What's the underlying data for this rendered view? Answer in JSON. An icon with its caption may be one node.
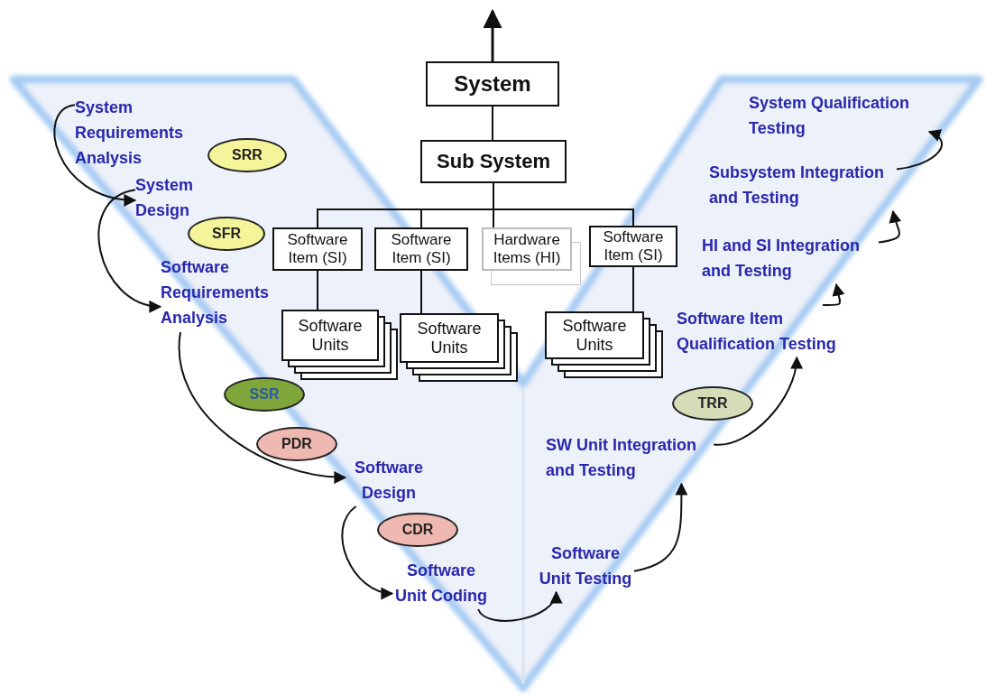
{
  "diagram": {
    "nodes": [
      {
        "text": [
          "System"
        ]
      },
      {
        "text": [
          "Sub System"
        ]
      },
      {
        "text": [
          "Software Item (SI)"
        ]
      },
      {
        "text": [
          "Software Item (SI)"
        ]
      },
      {
        "text": [
          "Hardware Items (HI)"
        ]
      },
      {
        "text": [
          "Software Item (SI)"
        ]
      },
      {
        "text": [
          "Software Units"
        ]
      },
      {
        "text": [
          "Software Units"
        ]
      },
      {
        "text": [
          "Software Units"
        ]
      },
      {
        "text": [
          "System Requirements Analysis"
        ]
      },
      {
        "text": [
          "System Design"
        ]
      },
      {
        "text": [
          "Software Requirements Analysis"
        ]
      },
      {
        "text": [
          "Software Design"
        ]
      },
      {
        "text": [
          "Software Unit Coding"
        ]
      },
      {
        "text": [
          "Software Unit Testing"
        ]
      },
      {
        "text": [
          "SW Unit Integration and Testing"
        ]
      },
      {
        "text": [
          "Software Item Qualification Testing"
        ]
      },
      {
        "text": [
          "HI and SI Integration and Testing"
        ]
      },
      {
        "text": [
          "Subsystem Integration and Testing"
        ]
      },
      {
        "text": [
          "System Qualification Testing"
        ]
      },
      {
        "text": [
          "SRR"
        ]
      },
      {
        "text": [
          "SFR"
        ]
      },
      {
        "text": [
          "SSR"
        ]
      },
      {
        "text": [
          "PDR"
        ]
      },
      {
        "text": [
          "CDR"
        ]
      },
      {
        "text": [
          "TRR"
        ]
      }
    ],
    "edges": [
      {
        "from": 0,
        "to": null,
        "arrow": "to"
      },
      {
        "from": 0,
        "to": 1,
        "arrow": "none"
      },
      {
        "from": 1,
        "to": 2,
        "arrow": "none"
      },
      {
        "from": 1,
        "to": 3,
        "arrow": "none"
      },
      {
        "from": 1,
        "to": 4,
        "arrow": "none"
      },
      {
        "from": 1,
        "to": 5,
        "arrow": "none"
      },
      {
        "from": 2,
        "to": 6,
        "arrow": "none"
      },
      {
        "from": 3,
        "to": 7,
        "arrow": "none"
      },
      {
        "from": 5,
        "to": 8,
        "arrow": "none"
      },
      {
        "from": 9,
        "to": 10,
        "arrow": "to"
      },
      {
        "from": 10,
        "to": 11,
        "arrow": "to"
      },
      {
        "from": 11,
        "to": 12,
        "arrow": "to"
      },
      {
        "from": 12,
        "to": 13,
        "arrow": "to"
      },
      {
        "from": 13,
        "to": 14,
        "arrow": "to"
      },
      {
        "from": 14,
        "to": 15,
        "arrow": "to"
      },
      {
        "from": 15,
        "to": 16,
        "arrow": "to"
      },
      {
        "from": 16,
        "to": 17,
        "arrow": "to"
      },
      {
        "from": 17,
        "to": 18,
        "arrow": "to"
      },
      {
        "from": 18,
        "to": 19,
        "arrow": "to"
      }
    ]
  }
}
